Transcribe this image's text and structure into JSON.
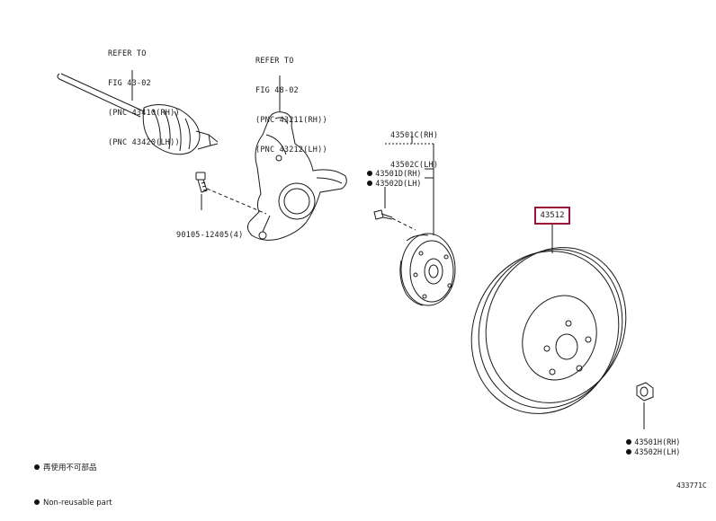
{
  "labels": {
    "driveshaft_ref": [
      "REFER TO",
      "FIG 43-02",
      "(PNC 43410(RH))",
      "(PNC 43420(LH))"
    ],
    "knuckle_ref": [
      "REFER TO",
      "FIG 48-02",
      "(PNC 43211(RH))",
      "(PNC 43212(LH))"
    ],
    "bolt": "90105-12405(4)",
    "hub_top": [
      "43501C(RH)",
      "43502C(LH)"
    ],
    "hub_bolt_rh": "43501D(RH)",
    "hub_bolt_lh": "43502D(LH)",
    "rotor_part": "43512",
    "nut_rh": "43501H(RH)",
    "nut_lh": "43502H(LH)"
  },
  "legend": {
    "line1": "再使用不可部品",
    "line2": "Non-reusable part"
  },
  "figure_id": "433771C",
  "colors": {
    "highlight": "#9a1238",
    "ink": "#1a1a1a"
  }
}
